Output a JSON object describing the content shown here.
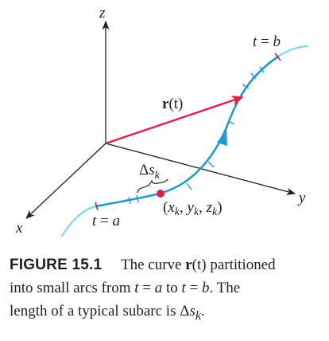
{
  "figure": {
    "axes": {
      "z_label": "z",
      "y_label": "y",
      "x_label": "x"
    },
    "labels": {
      "t_end_prefix": "t",
      "t_end_eq": " = ",
      "t_end_value": "b",
      "t_start_prefix": "t",
      "t_start_eq": " = ",
      "t_start_value": "a",
      "position_vector_bold": "r",
      "position_vector_arg": "(t)",
      "arc_delta": "Δ",
      "arc_s": "s",
      "arc_sub": "k",
      "point_text": "(xk, yk, zk)",
      "point_open": "(",
      "point_x": "x",
      "point_y": "y",
      "point_z": "z",
      "point_sub": "k",
      "point_comma": ", ",
      "point_close": ")"
    },
    "colors": {
      "curve_outer": "#7ed4f2",
      "curve_main": "#1e9ad6",
      "vector": "#e0203f",
      "point": "#e0203f",
      "end_tick": "#e0203f",
      "axis": "#231f20"
    }
  },
  "caption": {
    "label": "FIGURE 15.1",
    "line1_before": "The curve ",
    "line1_bold": "r",
    "line1_arg": "(t)",
    "line1_after": " partitioned",
    "line2": "into small arcs from t = a to t = b. The",
    "line2_a": "into small arcs from ",
    "line2_t1": "t",
    "line2_eq1": " = ",
    "line2_av": "a",
    "line2_to": " to ",
    "line2_t2": "t",
    "line2_eq2": " = ",
    "line2_bv": "b",
    "line2_end": ". The",
    "line3_a": "length of a typical subarc is ",
    "line3_delta": "Δ",
    "line3_s": "s",
    "line3_sub": "k",
    "line3_end": "."
  }
}
